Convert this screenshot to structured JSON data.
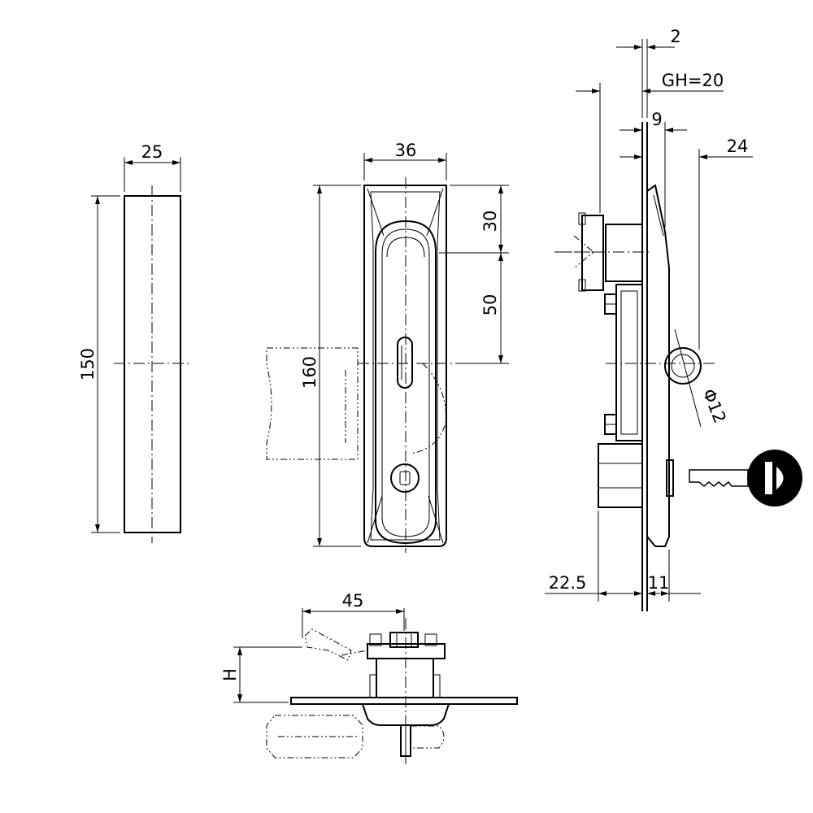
{
  "drawing": {
    "colors": {
      "line": "#000000",
      "background": "#ffffff"
    },
    "dimensions": {
      "side_width": "25",
      "side_height": "150",
      "front_width": "36",
      "front_height": "160",
      "top_offset": "30",
      "handle_offset": "50",
      "clearance": "2",
      "gh": "GH=20",
      "depth_9": "9",
      "depth_24": "24",
      "diameter": "Φ12",
      "depth_22_5": "22.5",
      "depth_11": "11",
      "swing": "45",
      "height_label": "H"
    },
    "icons": {
      "key": "key-icon"
    }
  }
}
